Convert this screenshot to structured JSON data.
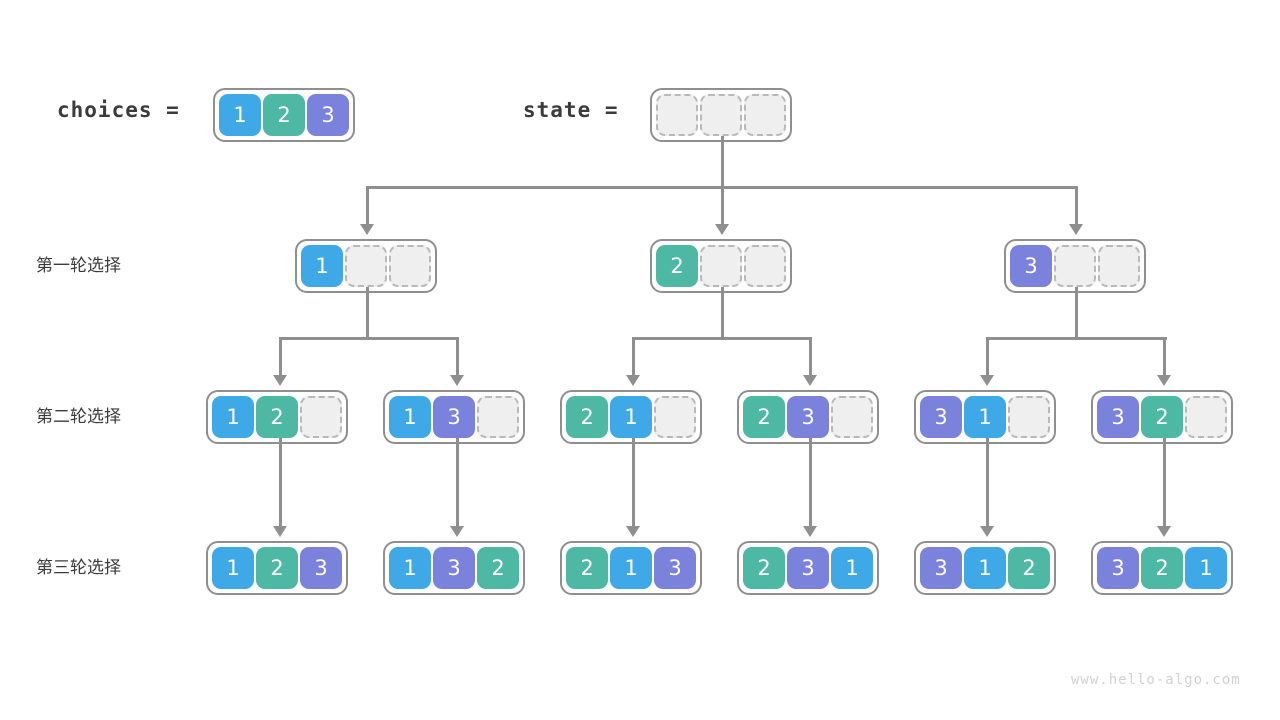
{
  "header": {
    "choices_label": "choices =",
    "state_label": "state ="
  },
  "watermark": "www.hello-algo.com",
  "palette": {
    "value_1": "#3fa9e8",
    "value_2": "#4db8a4",
    "value_3": "#7b82dc",
    "empty_cell": "#efefef",
    "border": "#8f8f8f",
    "text": "#3b3b3b",
    "watermark": "#d2d2d2"
  },
  "rows": [
    {
      "label": "第一轮选择"
    },
    {
      "label": "第二轮选择"
    },
    {
      "label": "第三轮选择"
    }
  ],
  "choices_array": [
    "1",
    "2",
    "3"
  ],
  "state_array": [
    "",
    "",
    ""
  ],
  "level1": [
    {
      "cells": [
        "1",
        "",
        ""
      ]
    },
    {
      "cells": [
        "2",
        "",
        ""
      ]
    },
    {
      "cells": [
        "3",
        "",
        ""
      ]
    }
  ],
  "level2": [
    {
      "cells": [
        "1",
        "2",
        ""
      ]
    },
    {
      "cells": [
        "1",
        "3",
        ""
      ]
    },
    {
      "cells": [
        "2",
        "1",
        ""
      ]
    },
    {
      "cells": [
        "2",
        "3",
        ""
      ]
    },
    {
      "cells": [
        "3",
        "1",
        ""
      ]
    },
    {
      "cells": [
        "3",
        "2",
        ""
      ]
    }
  ],
  "level3": [
    {
      "cells": [
        "1",
        "2",
        "3"
      ]
    },
    {
      "cells": [
        "1",
        "3",
        "2"
      ]
    },
    {
      "cells": [
        "2",
        "1",
        "3"
      ]
    },
    {
      "cells": [
        "2",
        "3",
        "1"
      ]
    },
    {
      "cells": [
        "3",
        "1",
        "2"
      ]
    },
    {
      "cells": [
        "3",
        "2",
        "1"
      ]
    }
  ]
}
